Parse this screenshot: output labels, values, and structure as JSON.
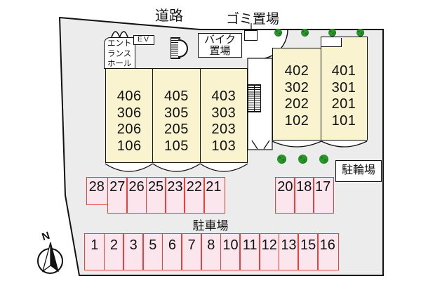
{
  "labels": {
    "road": "道路",
    "garbage": "ゴミ置場",
    "bike_storage_line1": "バイク",
    "bike_storage_line2": "置場",
    "entrance_line1": "エント",
    "entrance_line2": "ランス",
    "entrance_line3": "ホール",
    "elevator": "EV",
    "bicycle_parking": "駐輪場",
    "parking_lot": "駐車場",
    "north": "N"
  },
  "buildings": {
    "left_columns": [
      {
        "rooms": [
          "406",
          "306",
          "206",
          "106"
        ]
      },
      {
        "rooms": [
          "405",
          "305",
          "205",
          "105"
        ]
      },
      {
        "rooms": [
          "403",
          "303",
          "203",
          "103"
        ]
      }
    ],
    "right_columns": [
      {
        "rooms": [
          "402",
          "302",
          "202",
          "102"
        ]
      },
      {
        "rooms": [
          "401",
          "301",
          "201",
          "101"
        ]
      }
    ]
  },
  "parking": {
    "upper_left_offset_stall": [
      "28"
    ],
    "upper_left": [
      "27",
      "26",
      "25",
      "23",
      "22",
      "21"
    ],
    "upper_right": [
      "20",
      "18",
      "17"
    ],
    "bottom": [
      "1",
      "2",
      "3",
      "5",
      "6",
      "7",
      "8",
      "10",
      "11",
      "12",
      "13",
      "15",
      "16"
    ]
  },
  "landscaping": {
    "trees_top_count": 4,
    "trees_middle_count": 3
  },
  "colors": {
    "site_fill": "#ececec",
    "building_fill": "#faf3cf",
    "parking_fill": "#fce6ed",
    "parking_border": "#e8413c",
    "tree_fill": "#2c942c",
    "line": "#111111"
  }
}
